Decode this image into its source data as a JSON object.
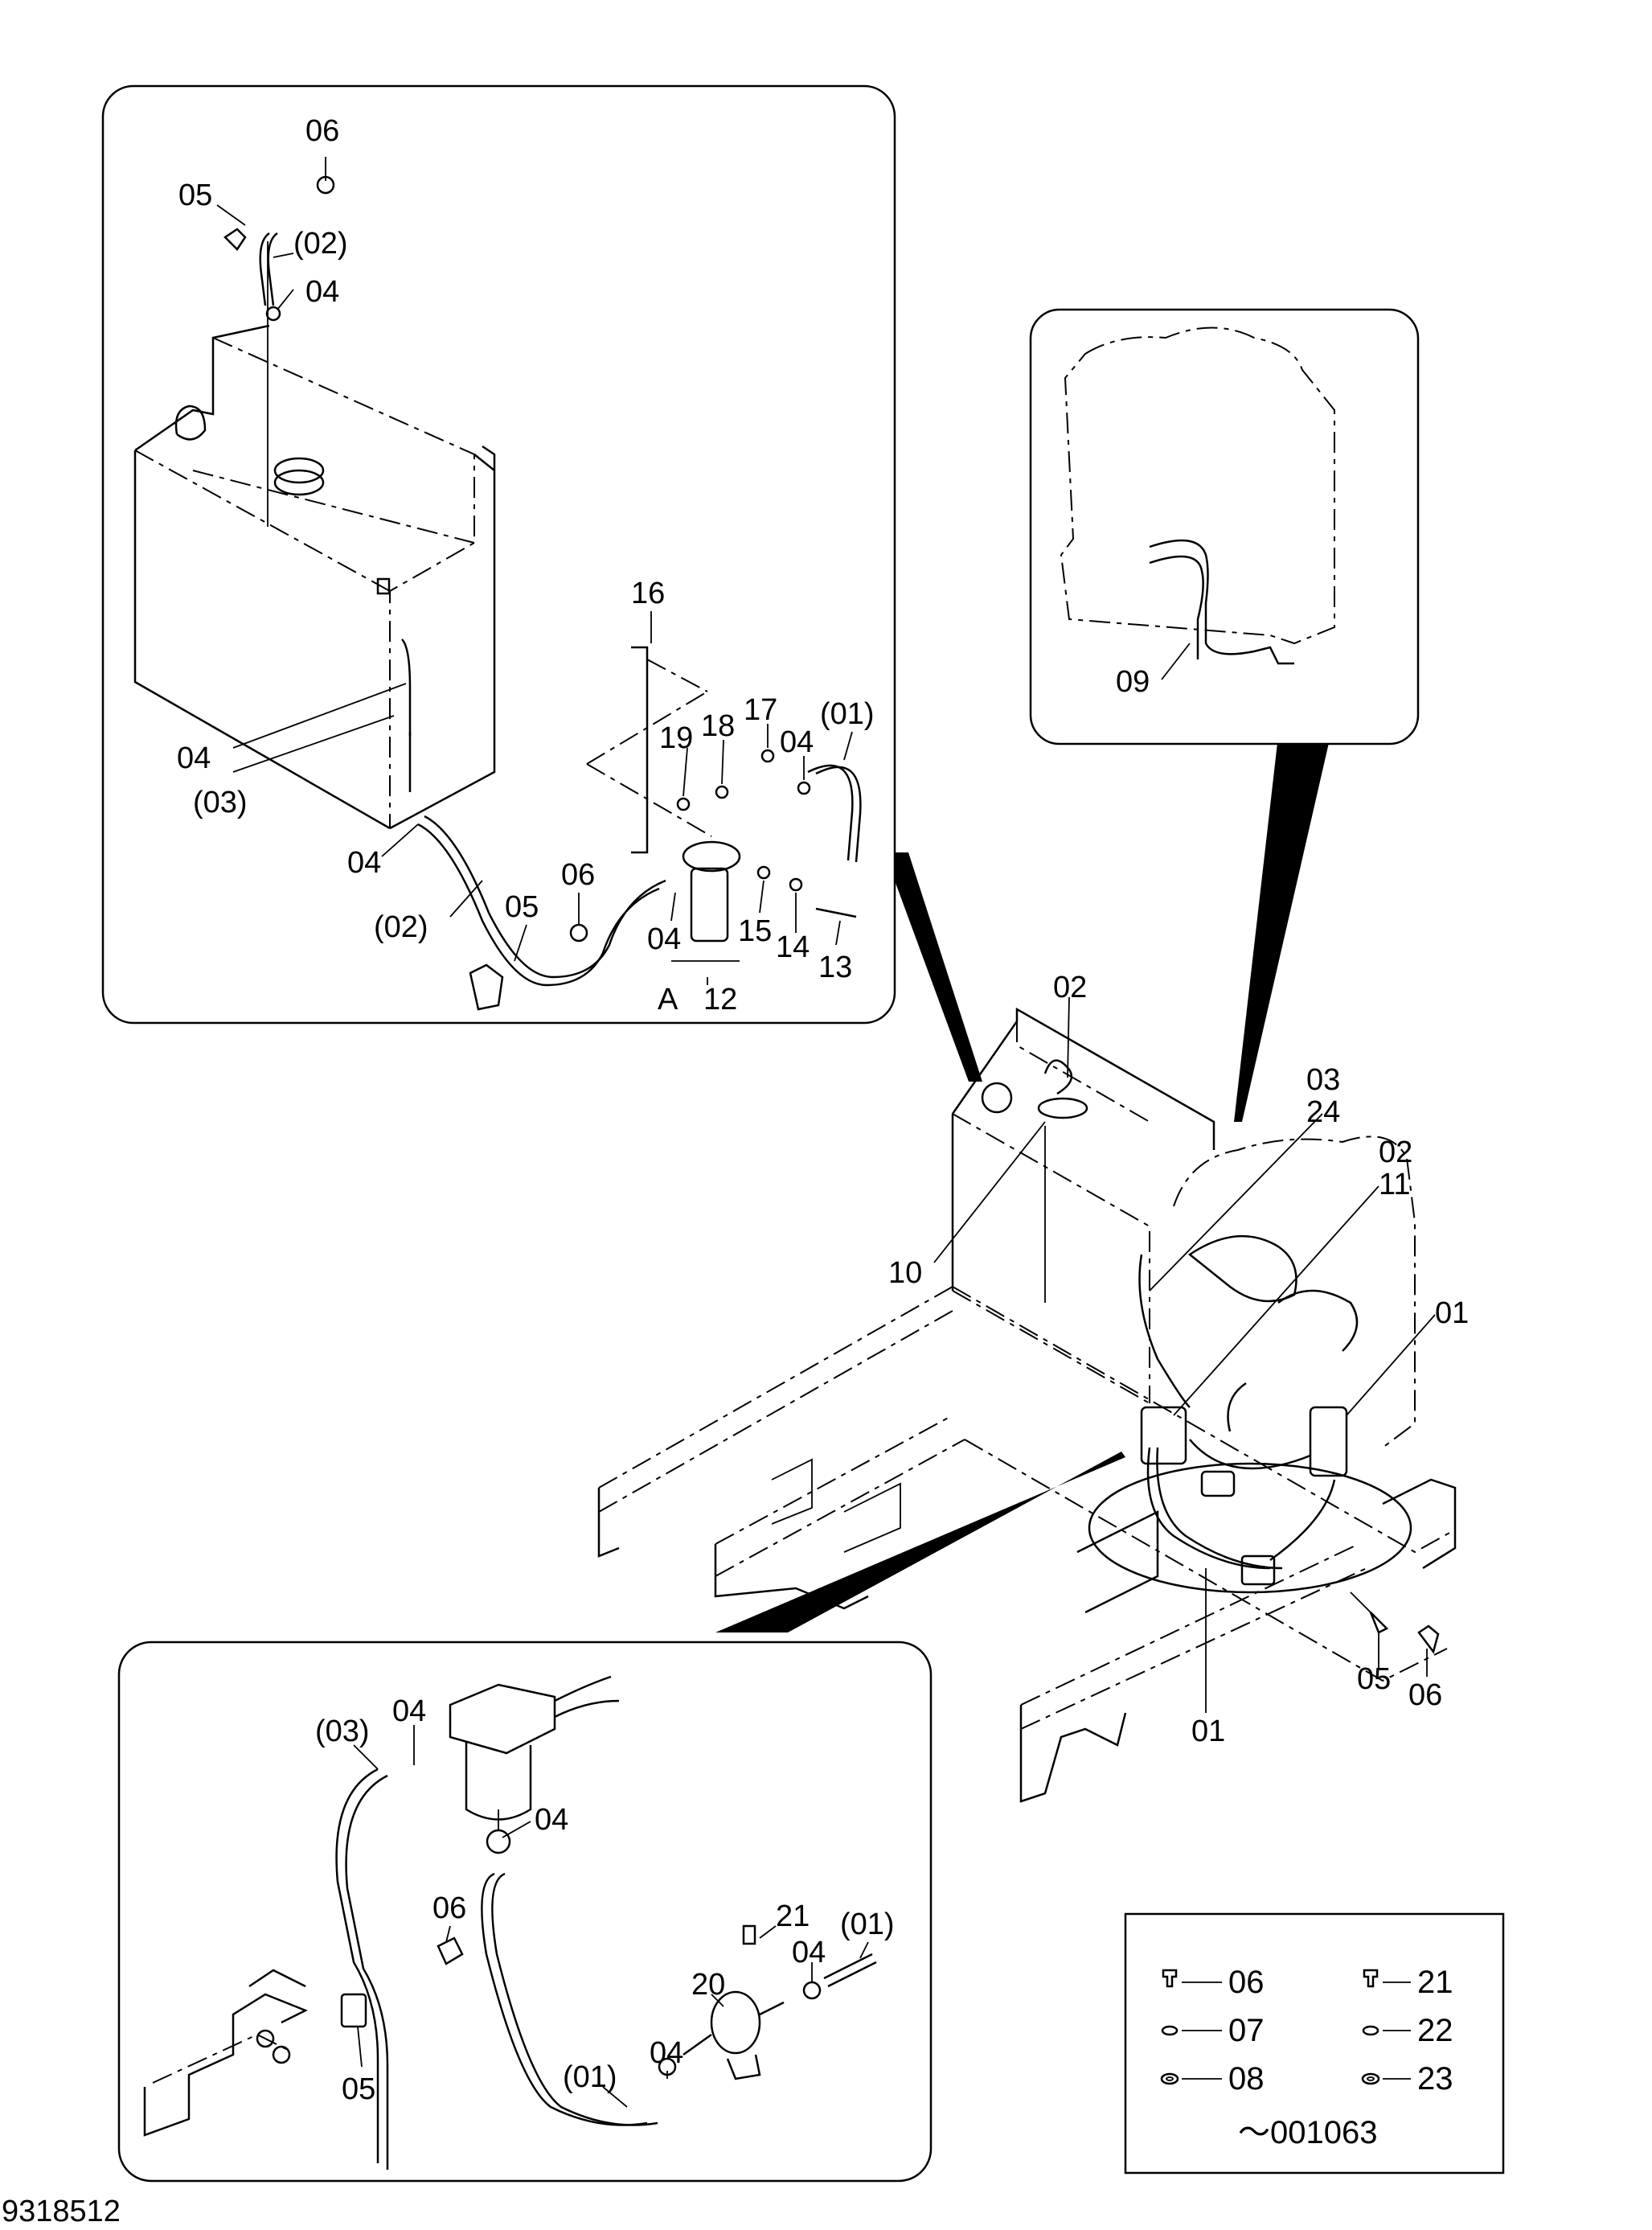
{
  "drawing_number": "9318512",
  "detail_top": {
    "labels": [
      "06",
      "05",
      "(02)",
      "04",
      "04",
      "(03)",
      "04",
      "(02)",
      "05",
      "06",
      "04",
      "A",
      "12",
      "16",
      "19",
      "18",
      "17",
      "04",
      "(01)",
      "15",
      "14",
      "13"
    ]
  },
  "detail_right": {
    "labels": [
      "09"
    ]
  },
  "main_view": {
    "labels": [
      "02",
      "03",
      "24",
      "02",
      "11",
      "10",
      "01",
      "05",
      "06",
      "01"
    ]
  },
  "detail_bottom": {
    "labels": [
      "(03)",
      "04",
      "04",
      "06",
      "05",
      "(01)",
      "04",
      "20",
      "21",
      "04",
      "(01)"
    ]
  },
  "legend": {
    "rows": [
      {
        "left": "06",
        "right": "21"
      },
      {
        "left": "07",
        "right": "22"
      },
      {
        "left": "08",
        "right": "23"
      }
    ],
    "serial": "～001063"
  }
}
